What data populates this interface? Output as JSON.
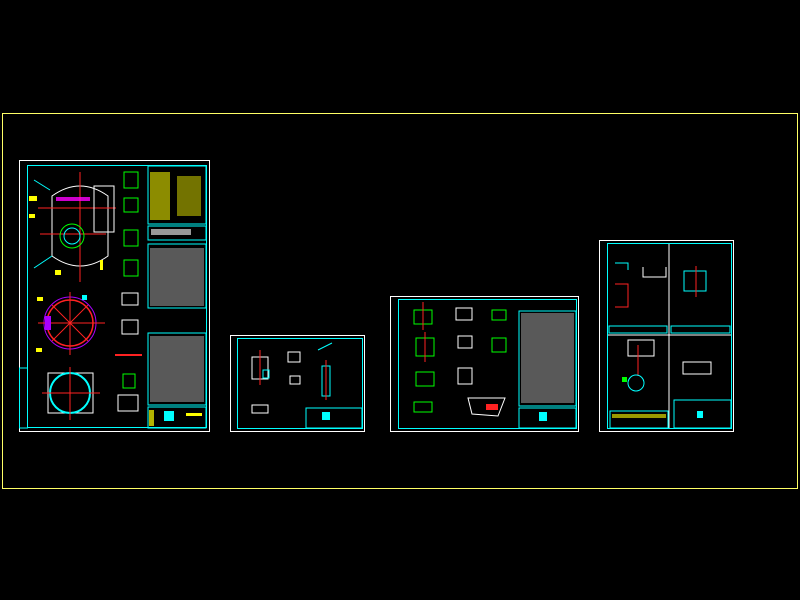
{
  "canvas": {
    "background": "#000000"
  },
  "colors": {
    "limits": "#ffff66",
    "sheet_border": "#ffffff",
    "frame": "#00ffff",
    "centerline": "#ff2020",
    "dimension": "#ffff00",
    "outline": "#ffffff",
    "nozzle": "#00ff00",
    "accent": "#ff00ff"
  },
  "sheets": [
    {
      "id": "main-assembly"
    },
    {
      "id": "details-1"
    },
    {
      "id": "details-2"
    },
    {
      "id": "details-3"
    }
  ]
}
